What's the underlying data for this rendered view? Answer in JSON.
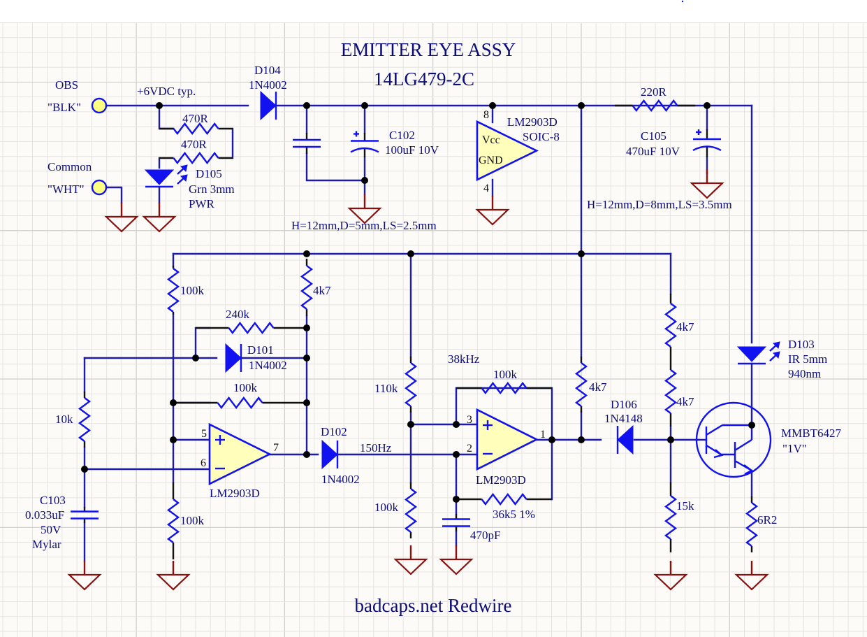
{
  "title": {
    "line1": "EMITTER EYE ASSY",
    "line2": "14LG479-2C",
    "footer": "badcaps.net Redwire"
  },
  "colors": {
    "wire": "#1c1ca8",
    "component": "#1212f0",
    "ground": "#8a1010",
    "opamp_fill": "#ffffbb",
    "port_fill": "#ffff80",
    "sheet": "#fcfbf7",
    "label": "#0c0c7a"
  },
  "ports": [
    {
      "id": "obs",
      "name": "OBS",
      "tag": "\"BLK\""
    },
    {
      "id": "common",
      "name": "Common",
      "tag": "\"WHT\""
    }
  ],
  "net_labels": {
    "supply": "+6VDC typ.",
    "f150": "150Hz",
    "f38k": "38kHz"
  },
  "notes": {
    "c102_dims": "H=12mm,D=5mm,LS=2.5mm",
    "c105_dims": "H=12mm,D=8mm,LS=3.5mm"
  },
  "components": {
    "D104": {
      "ref": "D104",
      "value": "1N4002",
      "type": "diode"
    },
    "R_led1": {
      "value": "470R",
      "type": "resistor"
    },
    "R_led2": {
      "value": "470R",
      "type": "resistor"
    },
    "D105": {
      "ref": "D105",
      "value": "Grn 3mm",
      "note": "PWR",
      "type": "led"
    },
    "C_cer": {
      "type": "capacitor"
    },
    "C102": {
      "ref": "C102",
      "value": "100uF 10V",
      "type": "electrolytic"
    },
    "U_pwr": {
      "value": "LM2903D",
      "package": "SOIC-8",
      "vcc": "Vcc",
      "gnd": "GND",
      "pin_vcc": "8",
      "pin_gnd": "4",
      "type": "opamp-power"
    },
    "R220": {
      "value": "220R",
      "type": "resistor"
    },
    "C105": {
      "ref": "C105",
      "value": "470uF 10V",
      "type": "electrolytic"
    },
    "R_top1": {
      "value": "100k",
      "type": "resistor"
    },
    "R_4k7a": {
      "value": "4k7",
      "type": "resistor"
    },
    "R240k": {
      "value": "240k",
      "type": "resistor"
    },
    "D101": {
      "ref": "D101",
      "value": "1N4002",
      "type": "diode"
    },
    "R_fb100k": {
      "value": "100k",
      "type": "resistor"
    },
    "R10k": {
      "value": "10k",
      "type": "resistor"
    },
    "C103": {
      "ref": "C103",
      "value": "0.033uF",
      "voltage": "50V",
      "dielectric": "Mylar",
      "type": "capacitor"
    },
    "U1": {
      "value": "LM2903D",
      "pin_plus": "5",
      "pin_minus": "6",
      "pin_out": "7",
      "type": "opamp"
    },
    "R_bot1": {
      "value": "100k",
      "type": "resistor"
    },
    "D102": {
      "ref": "D102",
      "value": "1N4002",
      "type": "diode"
    },
    "R110k": {
      "value": "110k",
      "type": "resistor"
    },
    "R_bot2": {
      "value": "100k",
      "type": "resistor"
    },
    "R_fb2": {
      "value": "100k",
      "type": "resistor"
    },
    "U2": {
      "value": "LM2903D",
      "pin_plus": "3",
      "pin_minus": "2",
      "pin_out": "1",
      "type": "opamp"
    },
    "R36k5": {
      "value": "36k5 1%",
      "type": "resistor"
    },
    "C470p": {
      "value": "470pF",
      "type": "capacitor"
    },
    "R_pull": {
      "value": "4k7",
      "type": "resistor"
    },
    "D106": {
      "ref": "D106",
      "value": "1N4148",
      "type": "diode"
    },
    "R_4k7b": {
      "value": "4k7",
      "type": "resistor"
    },
    "R_4k7c": {
      "value": "4k7",
      "type": "resistor"
    },
    "R15k": {
      "value": "15k",
      "type": "resistor"
    },
    "D103": {
      "ref": "D103",
      "value": "IR 5mm",
      "wavelength": "940nm",
      "type": "led"
    },
    "Q1": {
      "value": "MMBT6427",
      "marking": "\"1V\"",
      "type": "darlington-npn"
    },
    "R6R2": {
      "value": "6R2",
      "type": "resistor"
    }
  }
}
